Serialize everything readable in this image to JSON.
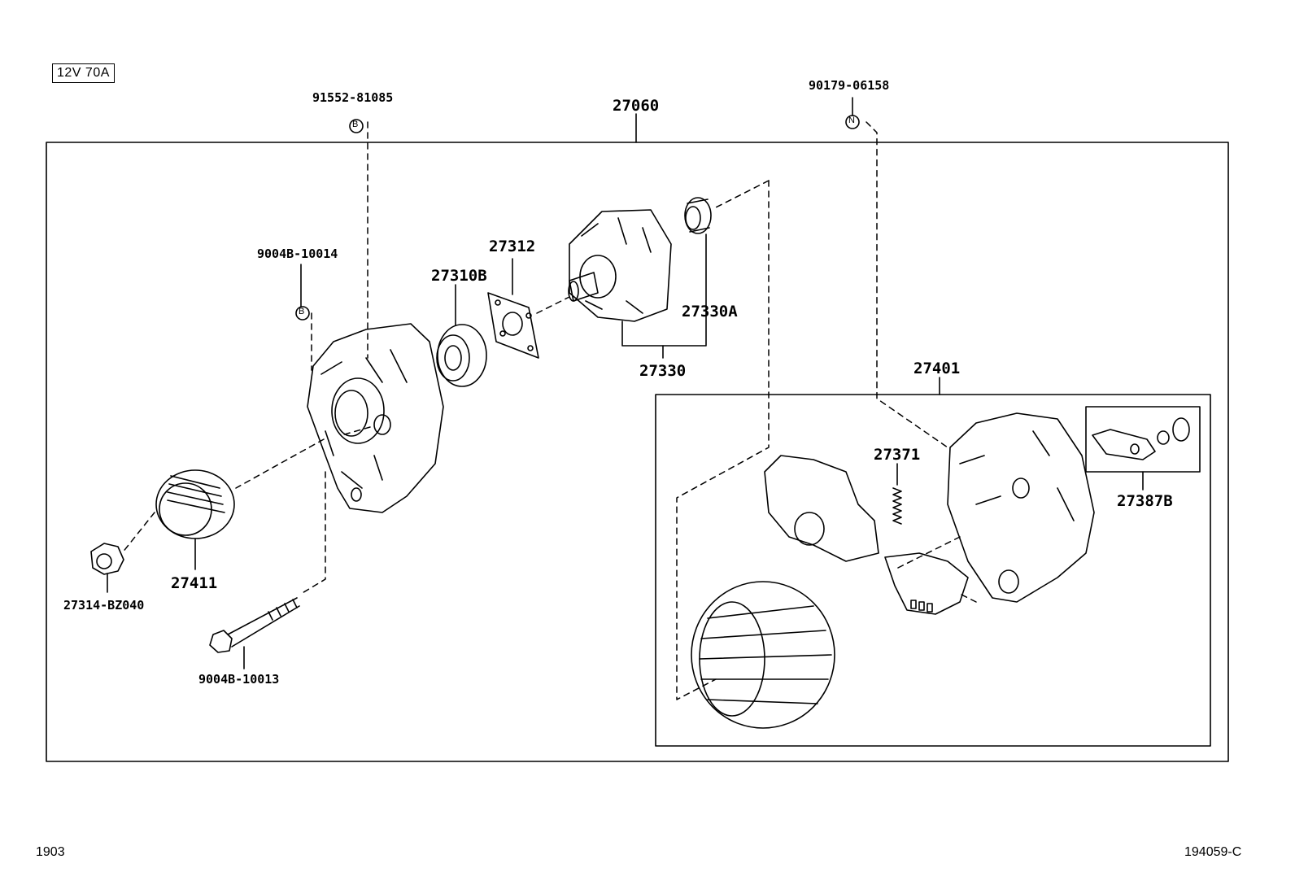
{
  "spec_label": "12V 70A",
  "labels": {
    "p91552": "91552-81085",
    "p27060": "27060",
    "p90179": "90179-06158",
    "p9004B_10014": "9004B-10014",
    "p27312": "27312",
    "p27310B": "27310B",
    "p27330A": "27330A",
    "p27330": "27330",
    "p27401": "27401",
    "p27371": "27371",
    "p27387B": "27387B",
    "p27411": "27411",
    "p27314": "27314-BZ040",
    "p9004B_10013": "9004B-10013"
  },
  "markers": {
    "b1": "B",
    "b2": "B",
    "n1": "N"
  },
  "footer": {
    "left": "1903",
    "right": "194059-C"
  }
}
